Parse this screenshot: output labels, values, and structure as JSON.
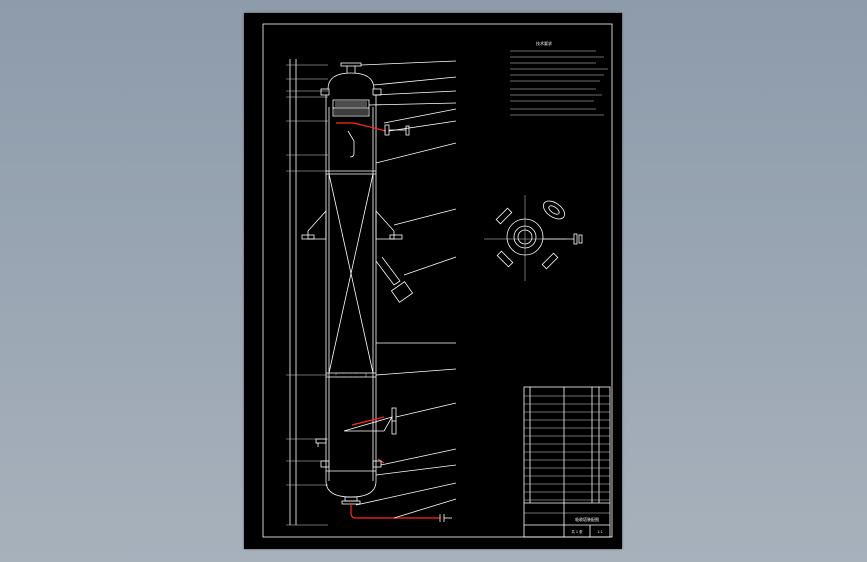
{
  "drawing": {
    "background_color": "#000000",
    "line_color": "#ffffff",
    "highlight_color": "#ff2a1a",
    "notes_title": "技术要求",
    "title_block_name": "吸收塔装配图",
    "title_block_scale": "1:1",
    "title_block_sheet": "共 1 张"
  }
}
